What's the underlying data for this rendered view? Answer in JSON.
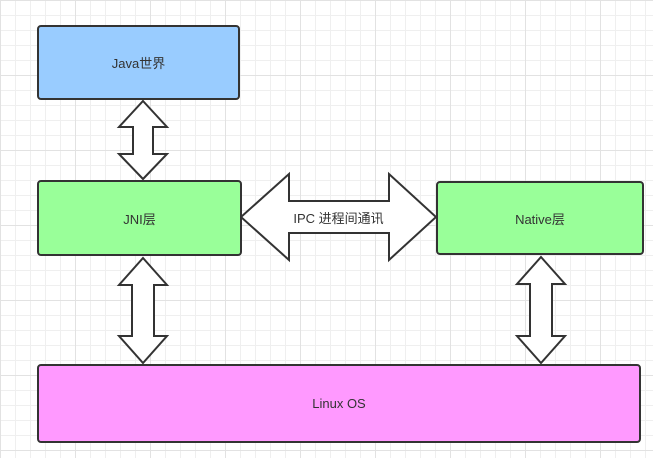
{
  "nodes": {
    "java": {
      "label": "Java世界",
      "fill": "#99ccff"
    },
    "jni": {
      "label": "JNI层",
      "fill": "#99ff99"
    },
    "native": {
      "label": "Native层",
      "fill": "#99ff99"
    },
    "linux": {
      "label": "Linux OS",
      "fill": "#ff99ff"
    }
  },
  "edges": {
    "ipc": {
      "label": "IPC 进程间通讯"
    }
  },
  "colors": {
    "node_border": "#333333",
    "arrow_fill": "#ffffff",
    "arrow_stroke": "#333333",
    "grid_minor": "#efefef",
    "grid_major": "#e2e2e2",
    "text": "#333333"
  }
}
